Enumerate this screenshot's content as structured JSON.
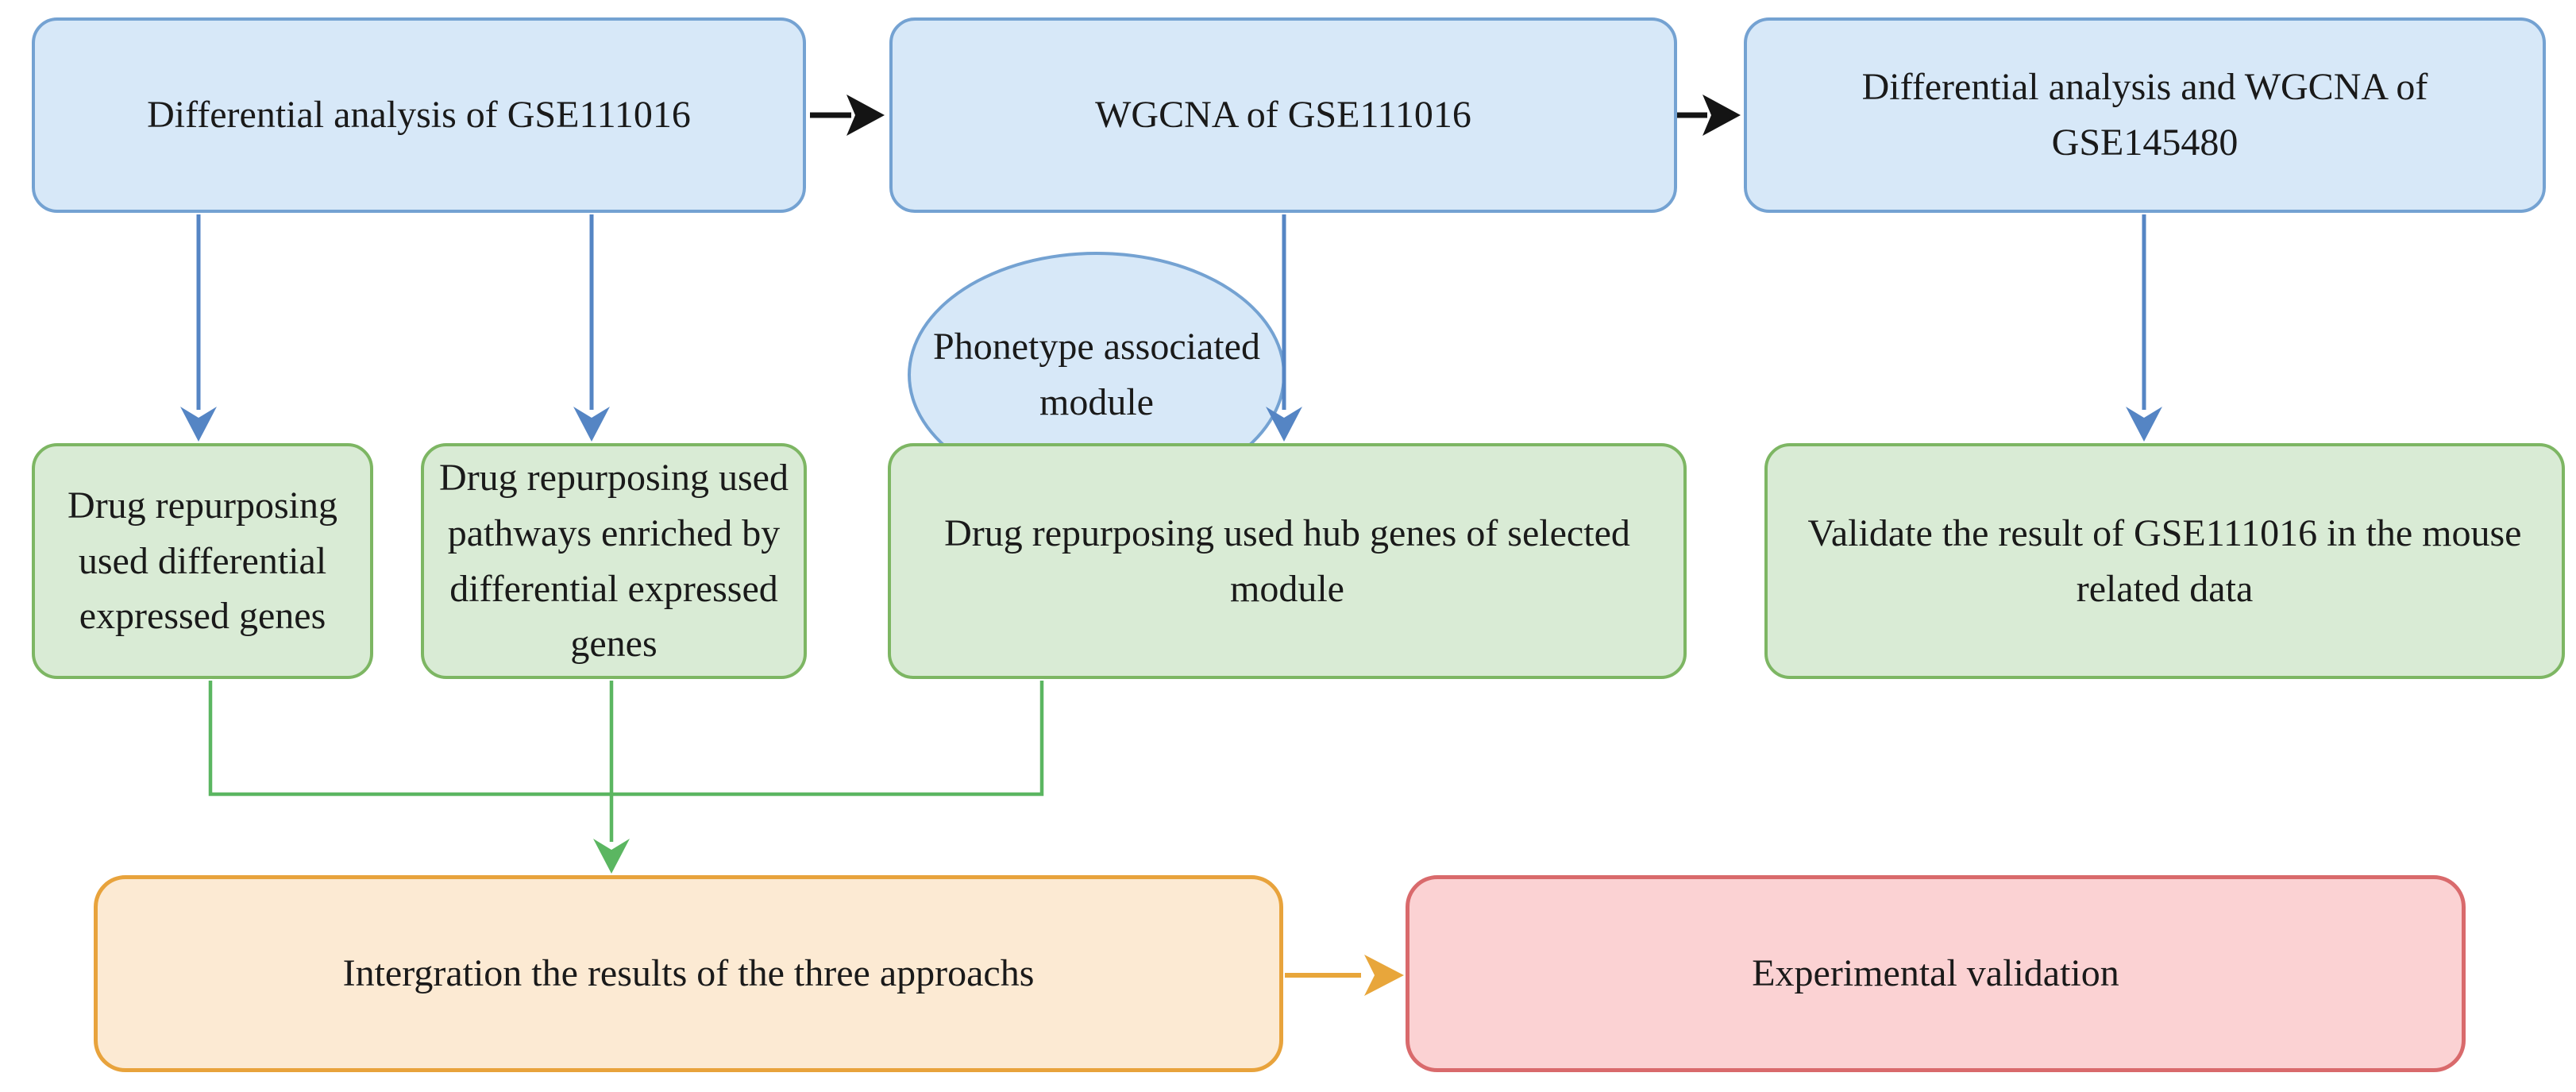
{
  "figure": {
    "type": "flowchart",
    "description": "Study design flowchart for drug repurposing analysis"
  },
  "colors": {
    "background": "#ffffff",
    "text": "#1a1a1a",
    "blue_fill": "#d7e8f8",
    "blue_stroke": "#74a2d2",
    "green_fill": "#d9ebd5",
    "green_stroke": "#7db663",
    "orange_fill": "#fcead3",
    "orange_stroke": "#e8a33c",
    "red_fill": "#fbd2d3",
    "red_stroke": "#d96a6c",
    "arrow_black": "#141414",
    "arrow_blue": "#5585c4",
    "arrow_green": "#5bb661",
    "arrow_orange": "#e8a63b"
  },
  "nodes": {
    "top_left": {
      "label": "Differential analysis of GSE111016",
      "shape": "rounded-rect",
      "color": "blue"
    },
    "top_middle": {
      "label": "WGCNA of GSE111016",
      "shape": "rounded-rect",
      "color": "blue"
    },
    "top_right": {
      "label": "Differential analysis and WGCNA of GSE145480",
      "shape": "rounded-rect",
      "color": "blue"
    },
    "ellipse": {
      "label": "Phonetype associated module",
      "shape": "ellipse",
      "color": "blue"
    },
    "mid_deg": {
      "label": "Drug repurposing used differential expressed genes",
      "shape": "rounded-rect",
      "color": "green"
    },
    "mid_pathways": {
      "label": "Drug repurposing used pathways enriched by differential expressed genes",
      "shape": "rounded-rect",
      "color": "green"
    },
    "mid_hub": {
      "label": "Drug repurposing used hub genes of selected module",
      "shape": "rounded-rect",
      "color": "green"
    },
    "mid_validate": {
      "label": "Validate the result of GSE111016 in the mouse related data",
      "shape": "rounded-rect",
      "color": "green"
    },
    "integration": {
      "label": "Intergration the results of the three approachs",
      "shape": "rounded-rect",
      "color": "orange"
    },
    "experimental": {
      "label": "Experimental validation",
      "shape": "rounded-rect",
      "color": "red"
    }
  },
  "connections": [
    {
      "from": "top_left",
      "to": "top_middle",
      "style": "black-arrow"
    },
    {
      "from": "top_middle",
      "to": "top_right",
      "style": "black-arrow"
    },
    {
      "from": "top_left",
      "to": "mid_deg",
      "style": "blue-arrow"
    },
    {
      "from": "top_left",
      "to": "mid_pathways",
      "style": "blue-arrow"
    },
    {
      "from": "top_middle",
      "to": "mid_hub",
      "style": "blue-arrow"
    },
    {
      "from": "top_right",
      "to": "mid_validate",
      "style": "blue-arrow"
    },
    {
      "from": "mid_deg",
      "to": "integration",
      "style": "green-arrow"
    },
    {
      "from": "mid_pathways",
      "to": "integration",
      "style": "green-arrow"
    },
    {
      "from": "mid_hub",
      "to": "integration",
      "style": "green-arrow"
    },
    {
      "from": "integration",
      "to": "experimental",
      "style": "orange-arrow"
    }
  ]
}
